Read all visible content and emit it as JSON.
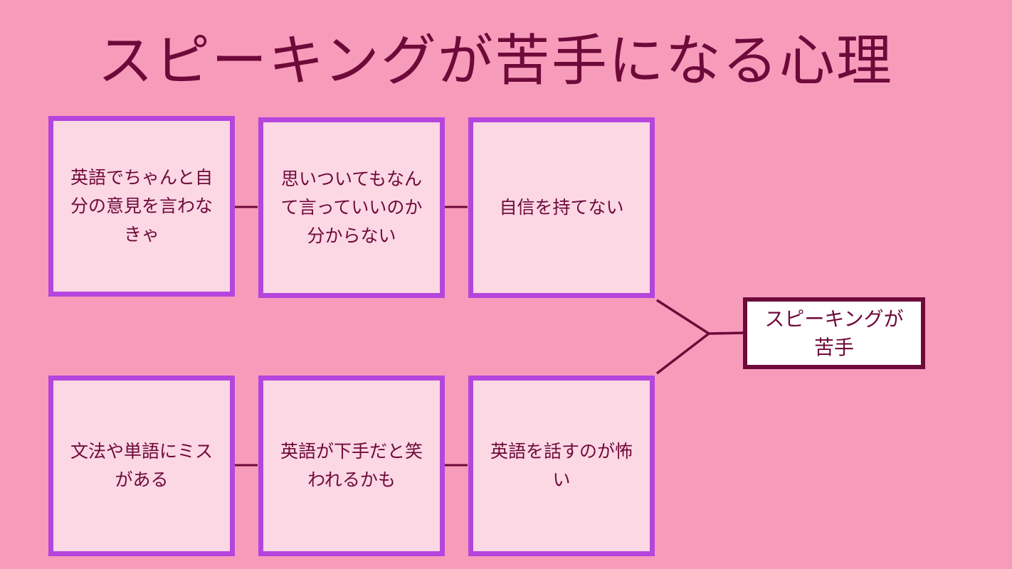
{
  "diagram": {
    "title": "スピーキングが苦手になる心理",
    "top_row": [
      "英語でちゃんと自分の意見を言わなきゃ",
      "思いついてもなんて言っていいのか分からない",
      "自信を持てない"
    ],
    "bottom_row": [
      "文法や単語にミスがある",
      "英語が下手だと笑われるかも",
      "英語を話すのが怖い"
    ],
    "result": "スピーキングが苦手",
    "colors": {
      "background": "#f79bbb",
      "box_fill": "#fcd7e4",
      "box_border": "#b445dd",
      "text": "#6e0a3a",
      "result_fill": "#ffffff",
      "result_border": "#6e0a3a"
    }
  }
}
